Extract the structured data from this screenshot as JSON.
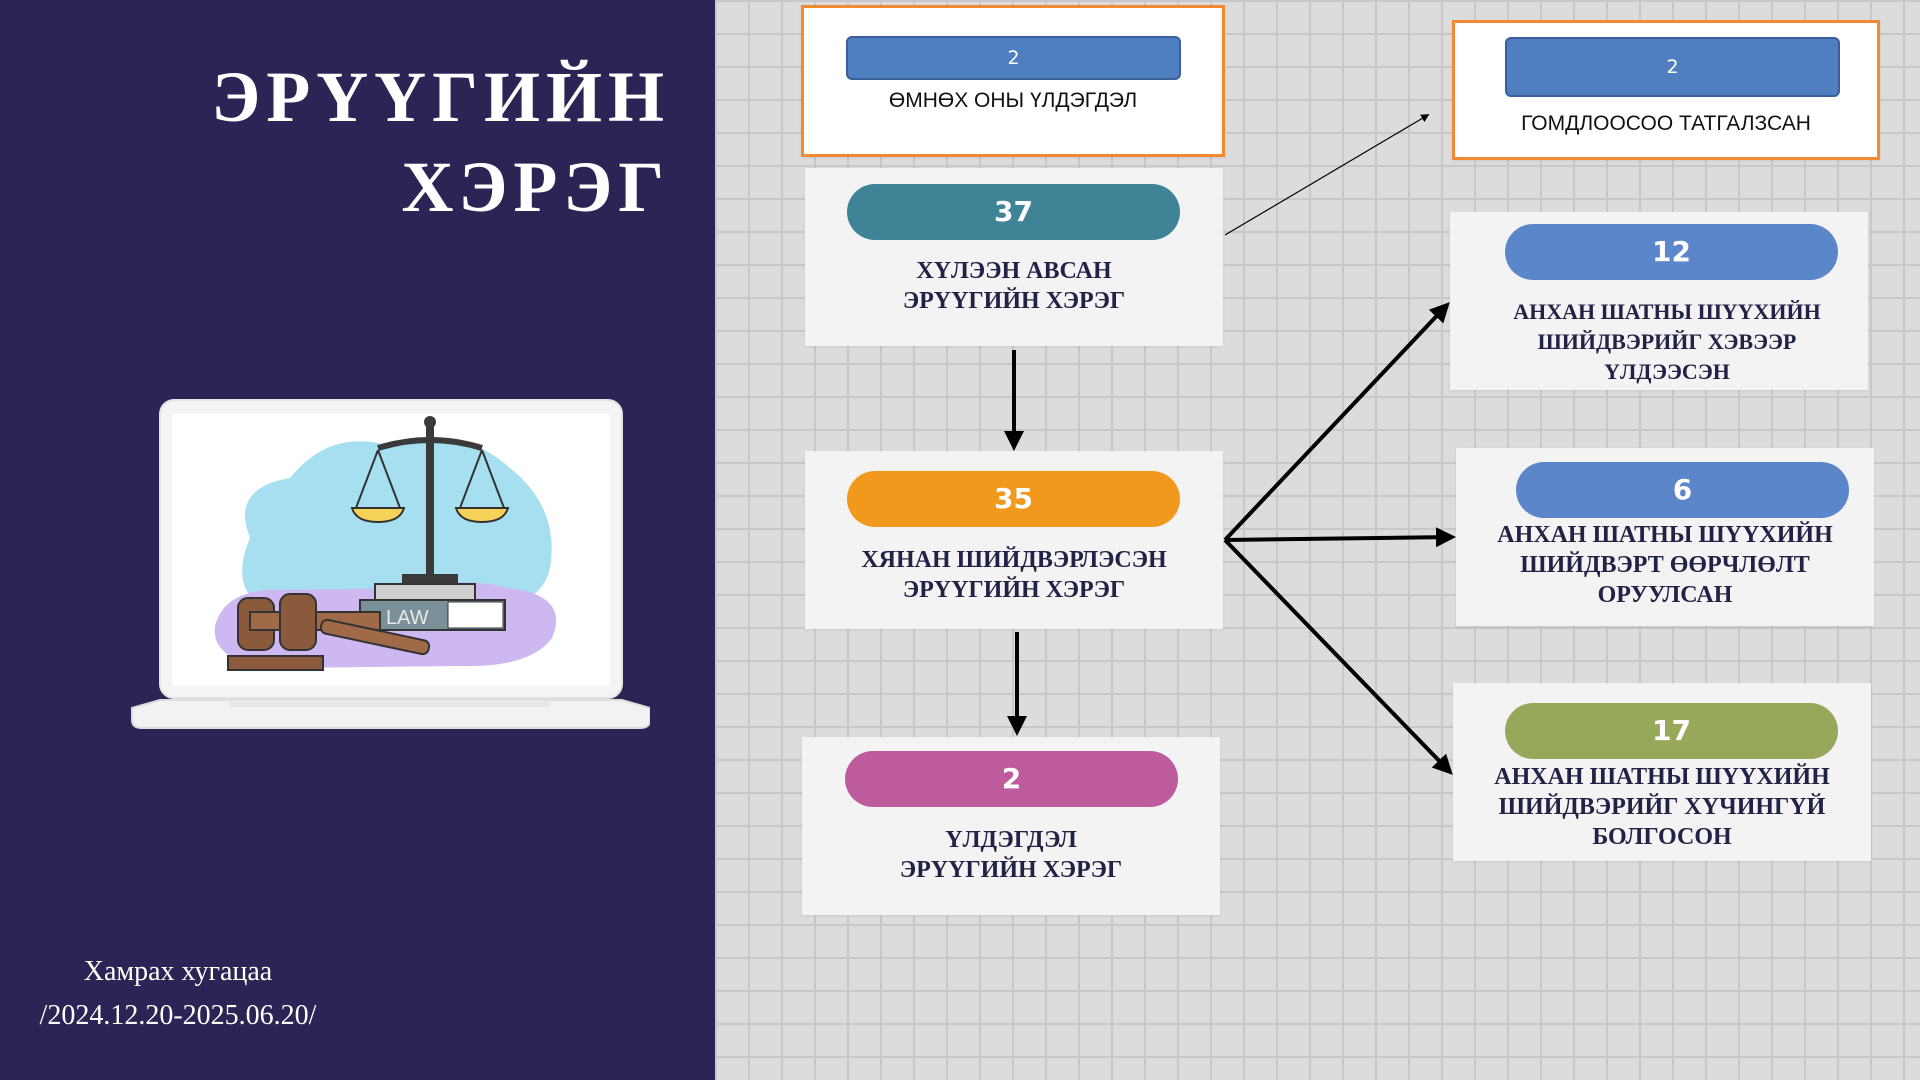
{
  "title": {
    "line1": "ЭРҮҮГИЙН",
    "line2": "ХЭРЭГ"
  },
  "period": {
    "label": "Хамрах хугацаа",
    "range": "/2024.12.20-2025.06.20/"
  },
  "illustration": {
    "book_label": "LAW"
  },
  "boxes": {
    "prev_year_remaining": {
      "value": "2",
      "label": "ӨМНӨХ ОНЫ ҮЛДЭГДЭЛ",
      "pill_color": "#4f7fbf"
    },
    "received": {
      "value": "37",
      "label1": "ХҮЛЭЭН АВСАН",
      "label2": "ЭРҮҮГИЙН ХЭРЭГ",
      "pill_color": "#3f8496"
    },
    "reviewed": {
      "value": "35",
      "label1": "ХЯНАН ШИЙДВЭРЛЭСЭН",
      "label2": "ЭРҮҮГИЙН ХЭРЭГ",
      "pill_color": "#f0991c"
    },
    "remaining": {
      "value": "2",
      "label1": "ҮЛДЭГДЭЛ",
      "label2": "ЭРҮҮГИЙН ХЭРЭГ",
      "pill_color": "#bd5b9c"
    },
    "withdrawn": {
      "value": "2",
      "label": "ГОМДЛООСОО ТАТГАЛЗСАН",
      "pill_color": "#4f7fbf"
    },
    "upheld": {
      "value": "12",
      "label1": "АНХАН ШАТНЫ ШҮҮХИЙН",
      "label2": "ШИЙДВЭРИЙГ ХЭВЭЭР",
      "label3": "ҮЛДЭЭСЭН",
      "pill_color": "#5b86c9"
    },
    "modified": {
      "value": "6",
      "label1": "АНХАН ШАТНЫ ШҮҮХИЙН",
      "label2": "ШИЙДВЭРТ ӨӨРЧЛӨЛТ",
      "label3": "ОРУУЛСАН",
      "pill_color": "#5b86c9"
    },
    "annulled": {
      "value": "17",
      "label1": "АНХАН ШАТНЫ ШҮҮХИЙН",
      "label2": "ШИЙДВЭРИЙГ ХҮЧИНГҮЙ",
      "label3": "БОЛГОСОН",
      "pill_color": "#98a85b"
    }
  }
}
